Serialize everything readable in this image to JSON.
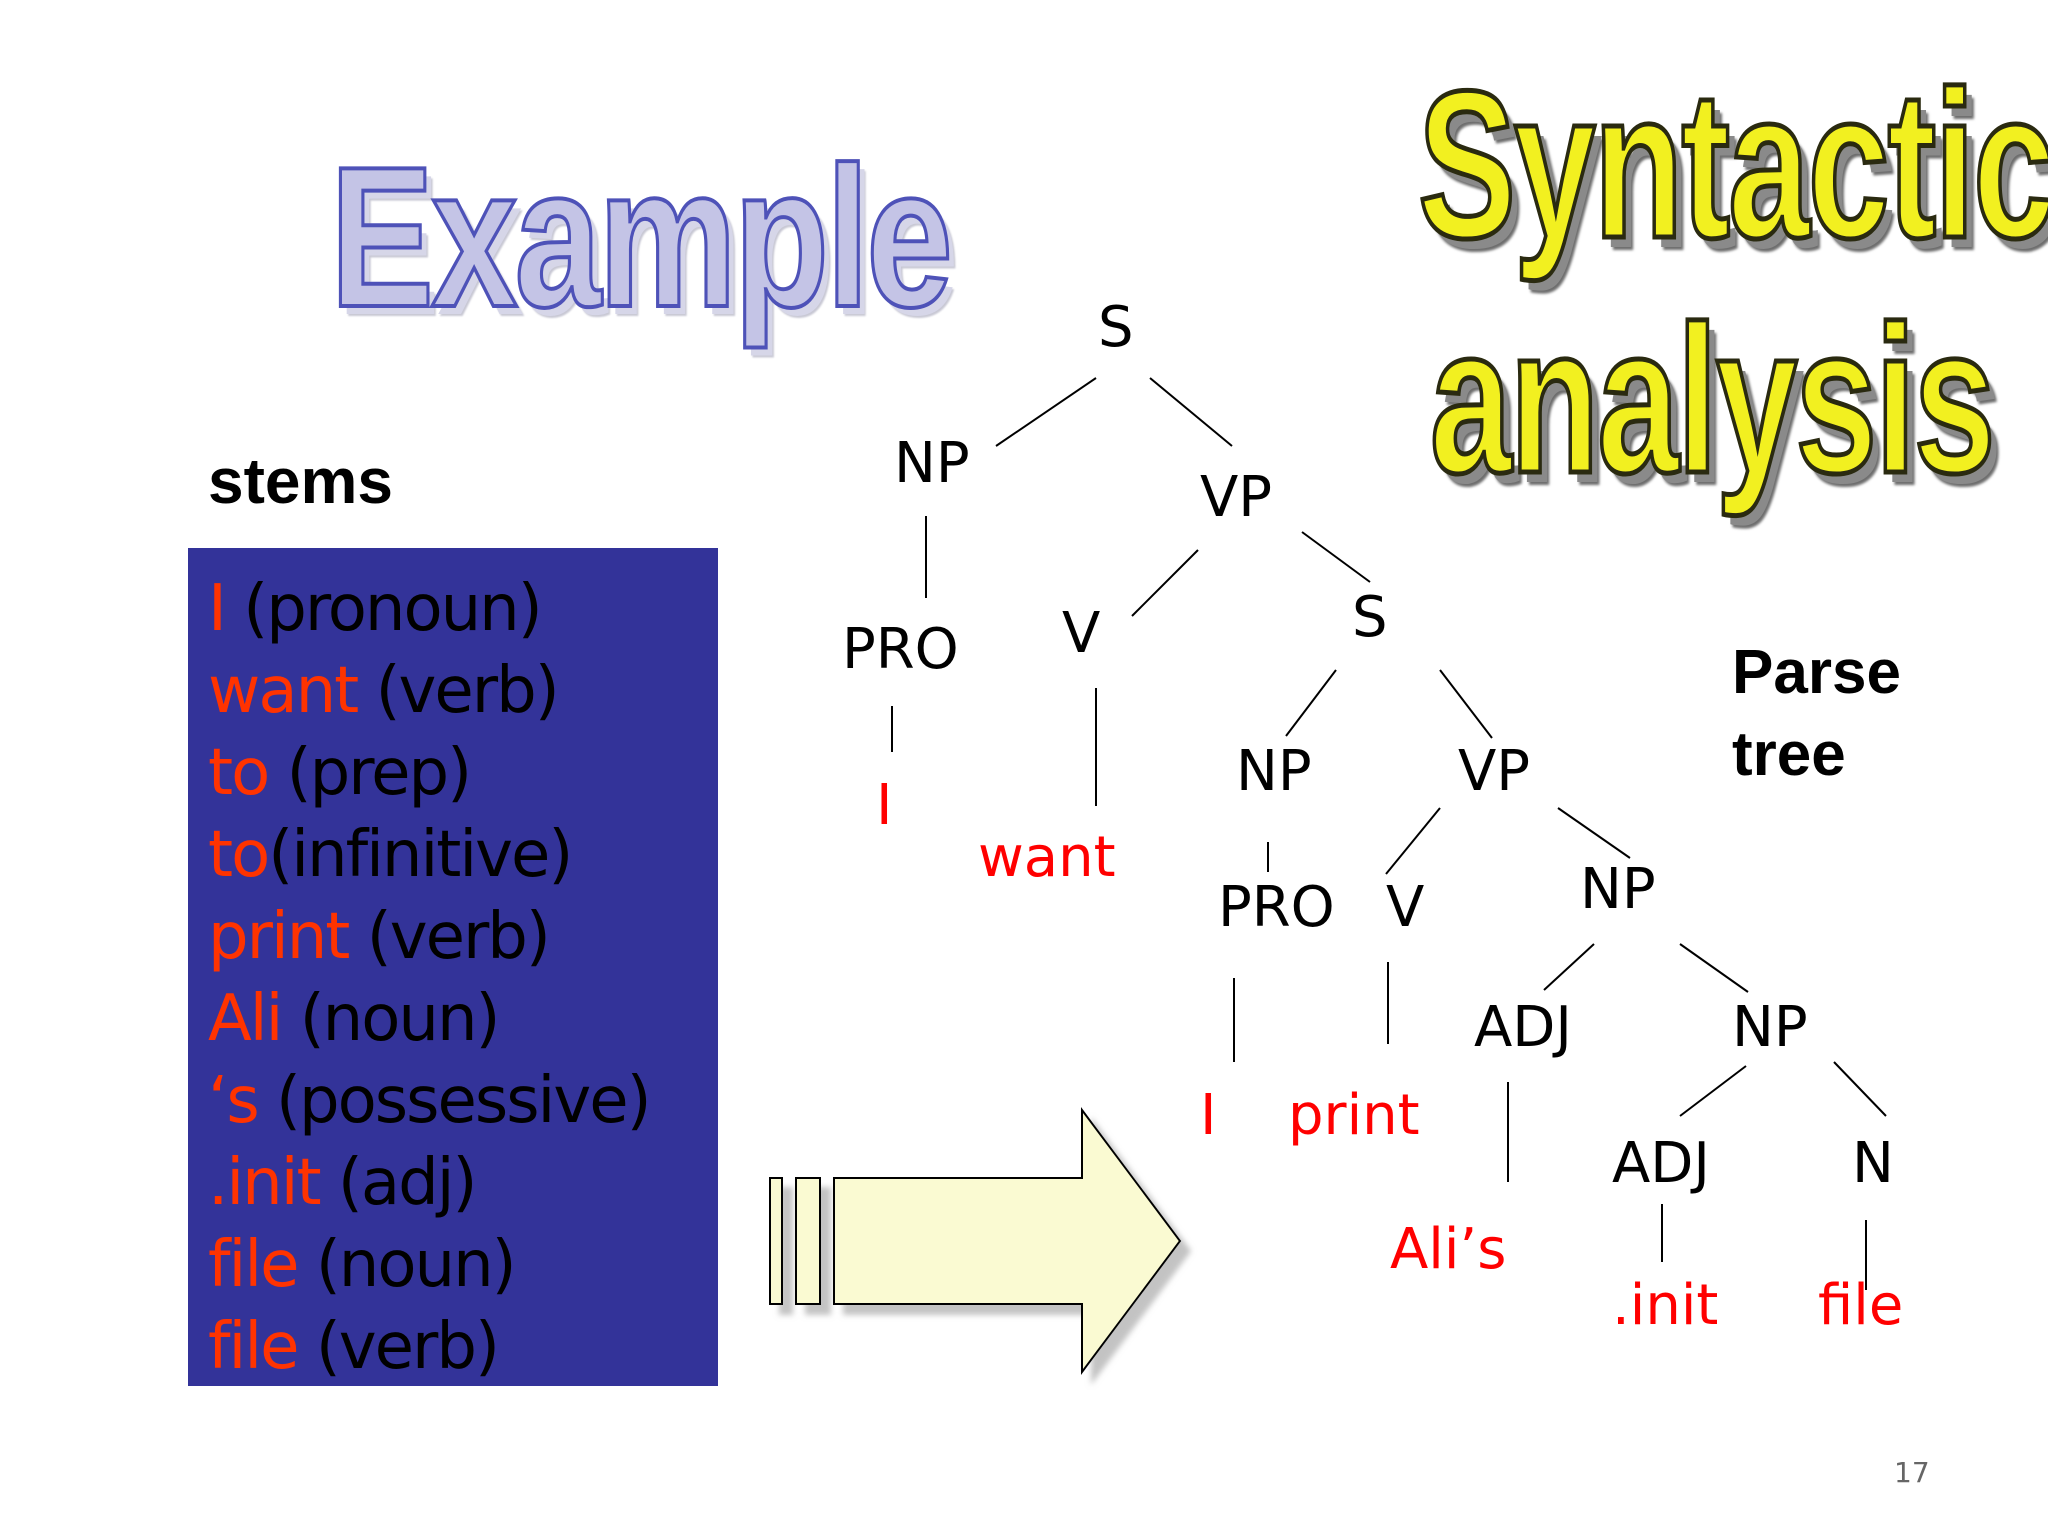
{
  "titles": {
    "example": "Example",
    "syntactic_line1": "Syntactic",
    "syntactic_line2": "analysis"
  },
  "stems_label": "stems",
  "parse_tree_label": [
    "Parse",
    "tree"
  ],
  "stems": [
    {
      "word": "I",
      "pos": " (pronoun)"
    },
    {
      "word": "want",
      "pos": " (verb)"
    },
    {
      "word": "to",
      "pos": " (prep)"
    },
    {
      "word": "to",
      "pos": "(infinitive)"
    },
    {
      "word": "print",
      "pos": " (verb)"
    },
    {
      "word": "Ali",
      "pos": " (noun)"
    },
    {
      "word": "‘s",
      "pos": " (possessive)"
    },
    {
      "word": ".init",
      "pos": " (adj)"
    },
    {
      "word": "file",
      "pos": " (noun)"
    },
    {
      "word": "file",
      "pos": " (verb)"
    }
  ],
  "tree": {
    "nodes": {
      "s1": "S",
      "np1": "NP",
      "vp1": "VP",
      "pro1": "PRO",
      "v1": "V",
      "s2": "S",
      "np2": "NP",
      "vp2": "VP",
      "pro2": "PRO",
      "v2": "V",
      "np3": "NP",
      "adj1": "ADJ",
      "np4": "NP",
      "adj2": "ADJ",
      "n1": "N"
    },
    "leaves": {
      "i1": "I",
      "want": "want",
      "i2": "I",
      "print": "print",
      "alis": "Ali’s",
      "init": ".init",
      "file": "file"
    }
  },
  "colors": {
    "stems_box_bg": "#333399",
    "stem_word": "#ff3300",
    "leaf_text": "#ff0000",
    "arrow_fill": "#fafad2"
  },
  "page_number": "17"
}
